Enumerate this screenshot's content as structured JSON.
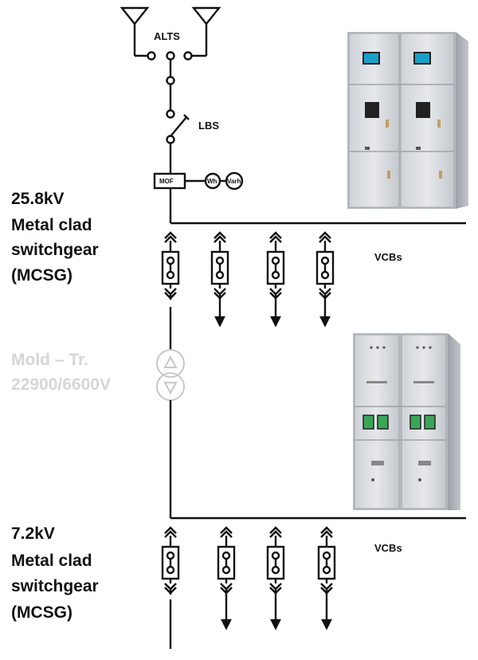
{
  "labels": {
    "alts": "ALTS",
    "lbs": "LBS",
    "mof": "MOF",
    "wh": "Wh",
    "varh": "Varh",
    "vcbs_top": "VCBs",
    "vcbs_bottom": "VCBs"
  },
  "mcsg_25kv": {
    "line1": "25.8kV",
    "line2": "Metal clad",
    "line3": "switchgear",
    "line4": "(MCSG)"
  },
  "transformer": {
    "line1": "Mold – Tr.",
    "line2": "22900/6600V"
  },
  "mcsg_7kv": {
    "line1": "7.2kV",
    "line2": "Metal clad",
    "line3": "switchgear",
    "line4": "(MCSG)"
  },
  "colors": {
    "line": "#111111",
    "ghost_text": "#d6d6d6",
    "ghost_symbol": "#c8c8c8",
    "cabinet_panel": "#dcdfe3",
    "cabinet_frame": "#aab0b6",
    "display_screen": "#1aa0c8",
    "display_green": "#3aa657"
  }
}
